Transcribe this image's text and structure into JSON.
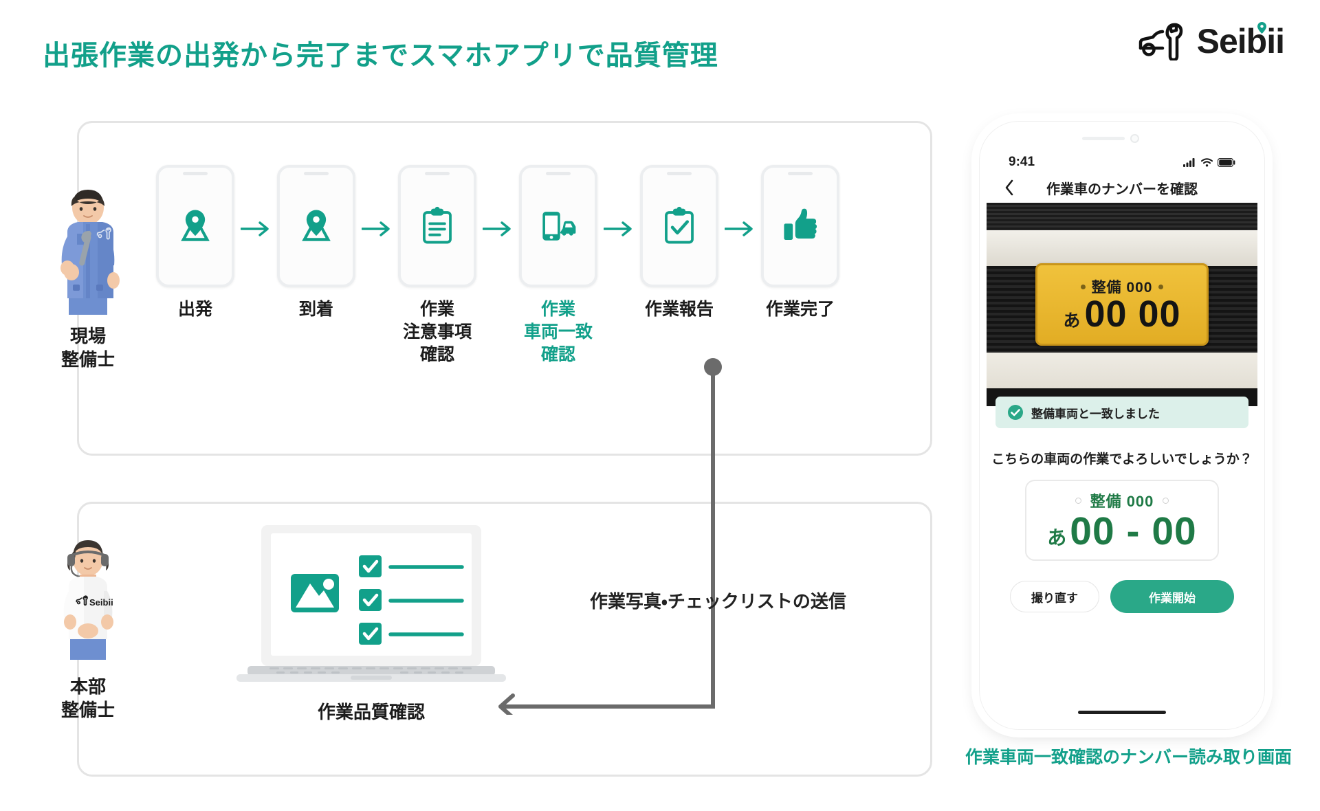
{
  "header": {
    "title": "出張作業の出発から完了までスマホアプリで品質管理",
    "brand_name": "Seibii",
    "brand_icon": "car-wrench-logo-icon",
    "accent_color": "#12a08a",
    "text_color": "#1c1c1c"
  },
  "flow": {
    "actor_field": {
      "label": "現場\n整備士",
      "avatar": "field-mechanic-avatar"
    },
    "actor_hq": {
      "label": "本部\n整備士",
      "avatar": "headquarters-mechanic-avatar"
    },
    "steps": [
      {
        "label": "出発",
        "icon": "map-pin-icon",
        "highlight": false
      },
      {
        "label": "到着",
        "icon": "map-pin-icon",
        "highlight": false
      },
      {
        "label": "作業\n注意事項\n確認",
        "icon": "clipboard-list-icon",
        "highlight": false
      },
      {
        "label": "作業\n車両一致\n確認",
        "icon": "phone-car-icon",
        "highlight": true
      },
      {
        "label": "作業報告",
        "icon": "clipboard-check-icon",
        "highlight": false
      },
      {
        "label": "作業完了",
        "icon": "thumbs-up-icon",
        "highlight": false
      }
    ],
    "arrow_icon": "arrow-right-icon"
  },
  "laptop": {
    "caption": "作業品質確認",
    "screen_icon": "image-placeholder-icon",
    "checklist_rows": 3,
    "check_icon": "check-icon"
  },
  "connector": {
    "note": "作業写真・チェックリストの送信",
    "line_color": "#6b6b6b",
    "arrow_icon": "arrow-left-icon"
  },
  "phone": {
    "status": {
      "time": "9:41",
      "cellular_icon": "signal-bars-icon",
      "wifi_icon": "wifi-icon",
      "battery_icon": "battery-full-icon"
    },
    "nav": {
      "back_icon": "chevron-left-icon",
      "title": "作業車のナンバーを確認"
    },
    "camera_plate": {
      "region_and_class": "整備 000",
      "kana": "あ",
      "number": "00 00",
      "plate_color": "#e8b52e"
    },
    "match_banner": {
      "icon": "check-circle-icon",
      "text": "整備車両と一致しました",
      "bg": "#dcf0ea"
    },
    "confirm_question": "こちらの車両の作業でよろしいでしょうか？",
    "registered_plate": {
      "region_and_class": "整備 000",
      "kana": "あ",
      "number": "00 - 00",
      "text_color": "#1f7a46"
    },
    "buttons": {
      "retake": "撮り直す",
      "start": "作業開始",
      "start_bg": "#2aa888"
    },
    "caption": "作業車両一致確認のナンバー読み取り画面"
  }
}
